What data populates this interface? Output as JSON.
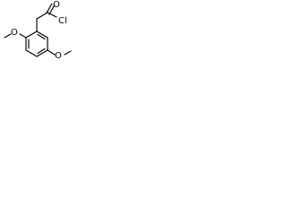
{
  "molecule": {
    "atoms": {
      "oxygen_carbonyl": "O",
      "chlorine": "Cl",
      "oxygen_methoxy_2": "O",
      "oxygen_methoxy_5": "O"
    }
  }
}
